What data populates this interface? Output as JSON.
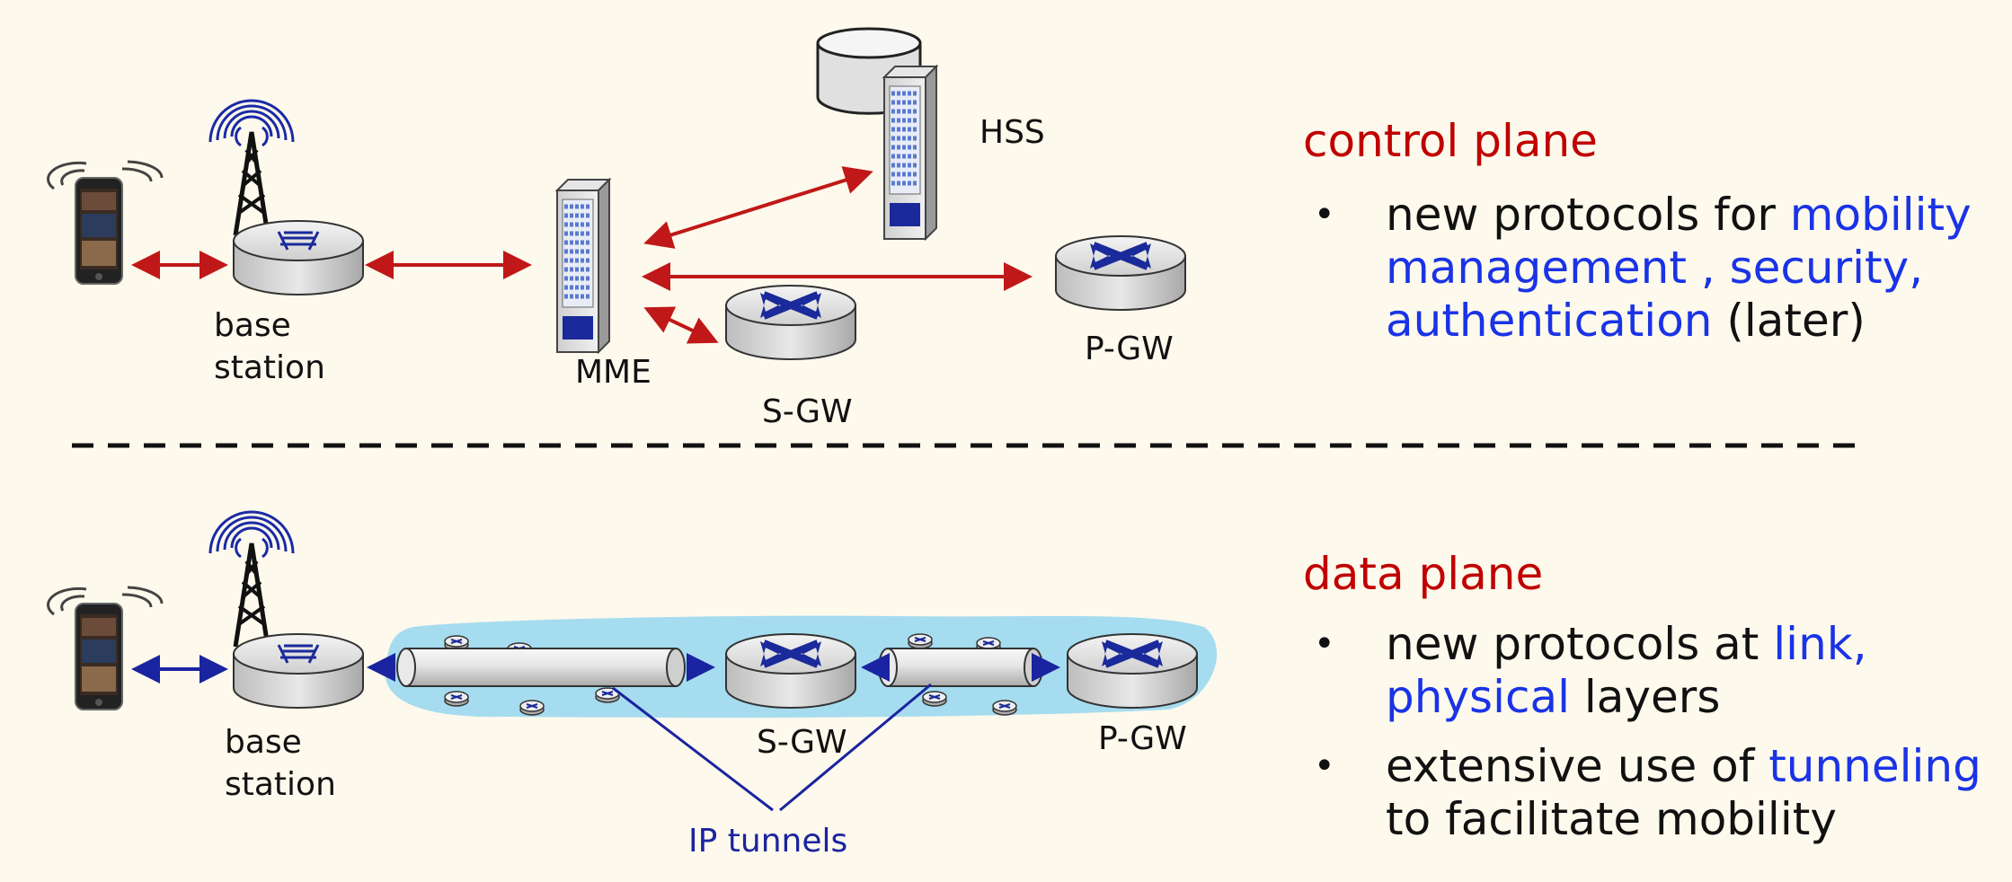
{
  "control_plane": {
    "heading": "control plane",
    "bullets": [
      {
        "parts": [
          "new protocols for ",
          "mobility management , security, authentication",
          " (later)"
        ]
      }
    ]
  },
  "data_plane": {
    "heading": "data plane",
    "bullets": [
      {
        "parts": [
          "new protocols at ",
          "link, physical",
          " layers"
        ]
      },
      {
        "parts": [
          "extensive use of ",
          "tunneling",
          " to facilitate mobility"
        ]
      }
    ]
  },
  "labels": {
    "base_station_top": "base\nstation",
    "base_station_bottom": "base\nstation",
    "mme": "MME",
    "hss": "HSS",
    "sgw_top": "S-GW",
    "pgw_top": "P-GW",
    "sgw_bottom": "S-GW",
    "pgw_bottom": "P-GW",
    "ip_tunnels": "IP tunnels"
  },
  "colors": {
    "control_arrow": "#c01818",
    "data_arrow": "#1a24a0",
    "heading": "#c00000",
    "highlight": "#1a33e6",
    "tunnel_region": "#a6dcef"
  }
}
